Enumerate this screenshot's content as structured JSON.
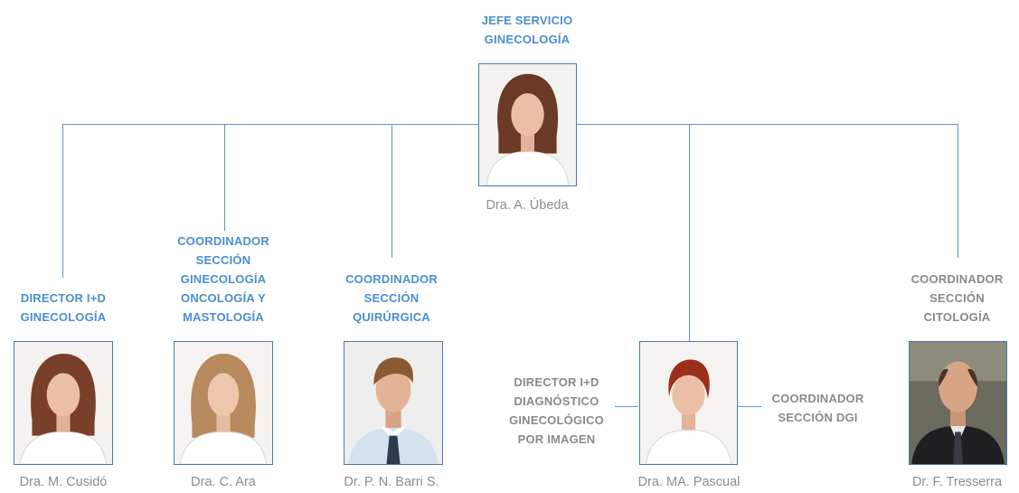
{
  "colors": {
    "accent_blue": "#4a8fce",
    "line": "#5a95c8",
    "label_gray": "#8a8a8a",
    "frame": "#4f79a8"
  },
  "head": {
    "title_lines": [
      "JEFE SERVICIO",
      "GINECOLOGÍA"
    ],
    "name": "Dra. A. Úbeda",
    "photo": "portrait-woman-brown-hair"
  },
  "members": [
    {
      "title_lines": [
        "DIRECTOR I+D",
        "GINECOLOGÍA"
      ],
      "name": "Dra. M. Cusidó",
      "photo": "portrait-woman-brown-hair"
    },
    {
      "title_lines": [
        "COORDINADOR",
        "SECCIÓN",
        "GINECOLOGÍA",
        "ONCOLOGÍA Y",
        "MASTOLOGÍA"
      ],
      "name": "Dra. C. Ara",
      "photo": "portrait-woman-blonde-hair"
    },
    {
      "title_lines": [
        "COORDINADOR",
        "SECCIÓN",
        "QUIRÚRGICA"
      ],
      "name": "Dr. P. N. Barri S.",
      "photo": "portrait-man-suit-tie"
    },
    {
      "left_title_lines": [
        "DIRECTOR I+D",
        "DIAGNÓSTICO",
        "GINECOLÓGICO",
        "POR IMAGEN"
      ],
      "right_title_lines": [
        "COORDINADOR",
        "SECCIÓN DGI"
      ],
      "name": "Dra. MA. Pascual",
      "photo": "portrait-woman-short-red-hair"
    },
    {
      "title_lines": [
        "COORDINADOR",
        "SECCIÓN",
        "CITOLOGÍA"
      ],
      "name": "Dr. F. Tresserra",
      "photo": "portrait-man-dark-suit"
    }
  ]
}
